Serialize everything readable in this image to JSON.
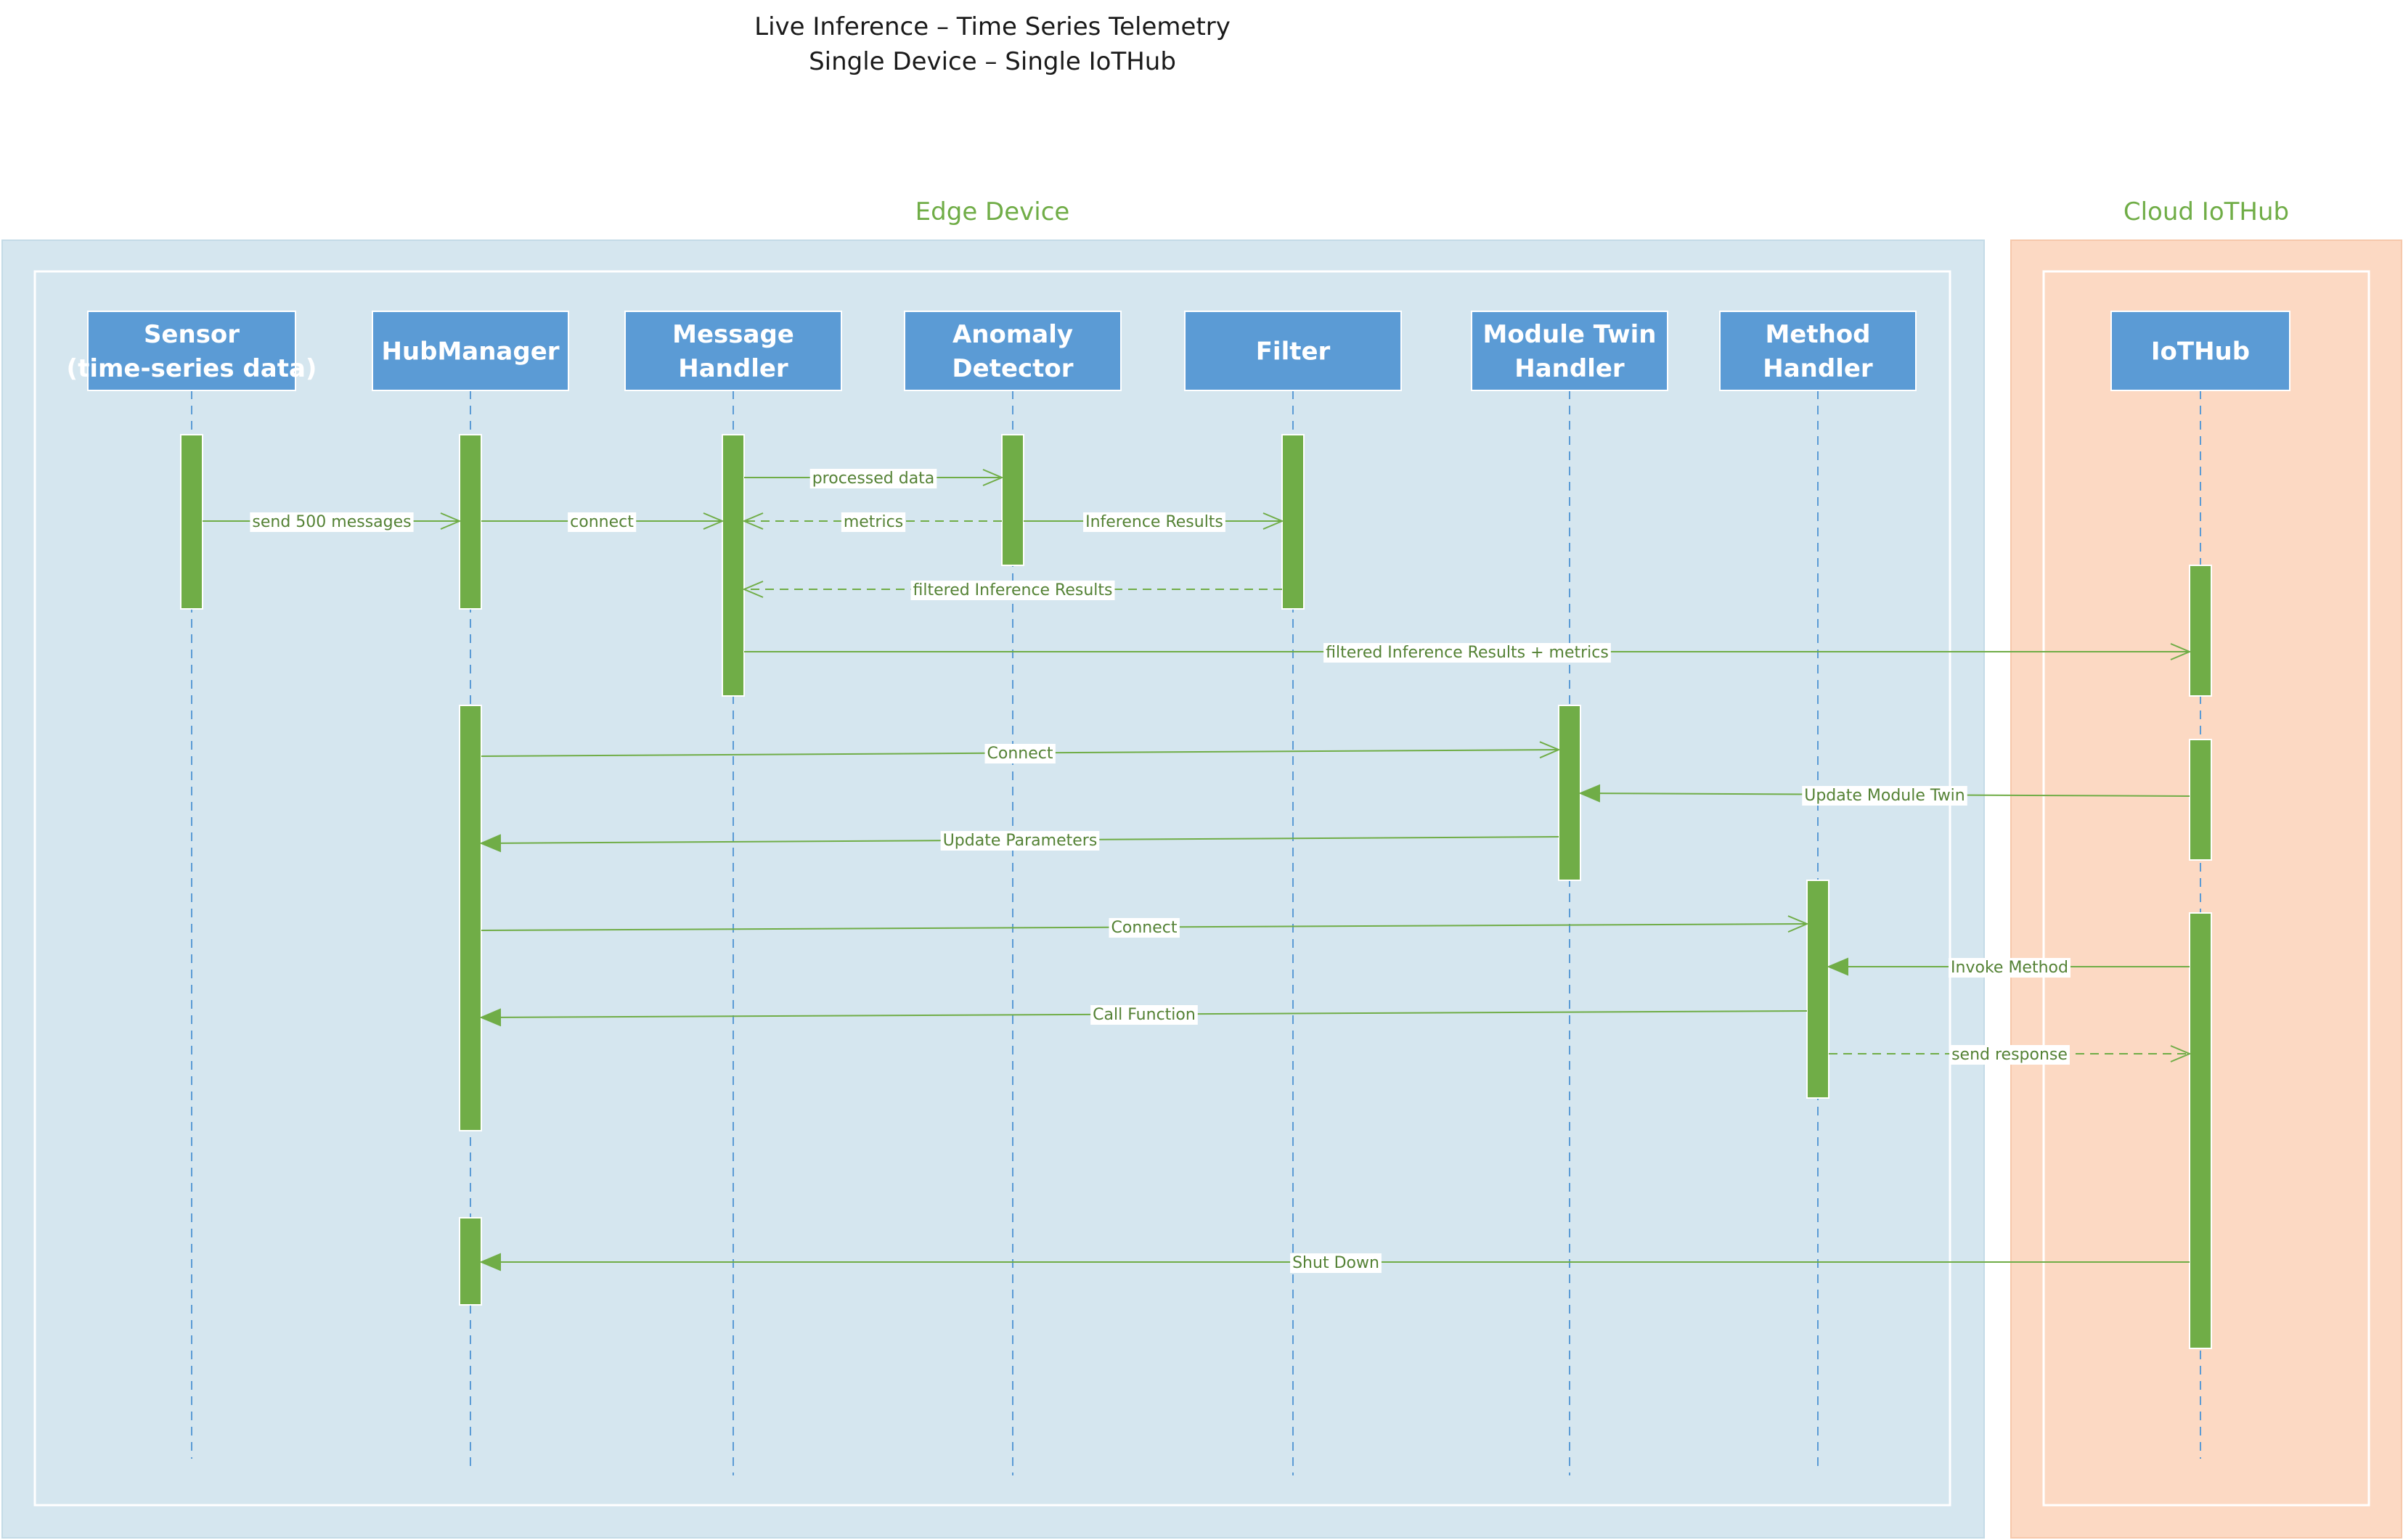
{
  "title": {
    "line1": "Live Inference – Time Series Telemetry",
    "line2": "Single Device – Single IoTHub"
  },
  "groups": {
    "edge": {
      "label": "Edge Device",
      "fill": "#d5e6ef"
    },
    "cloud": {
      "label": "Cloud IoTHub",
      "fill": "#fcd9c3"
    }
  },
  "colors": {
    "accent": "#70ad47",
    "participant": "#5b9bd5",
    "lifeline": "#5b9bd5",
    "activation": "#70ad47",
    "message": "#70ad47",
    "message_text": "#548235"
  },
  "participants": [
    {
      "id": "sensor",
      "lines": [
        "Sensor",
        "(time-series data)"
      ]
    },
    {
      "id": "hubmanager",
      "lines": [
        "HubManager"
      ]
    },
    {
      "id": "messagehandler",
      "lines": [
        "Message",
        "Handler"
      ]
    },
    {
      "id": "anomalydetector",
      "lines": [
        "Anomaly",
        "Detector"
      ]
    },
    {
      "id": "filter",
      "lines": [
        "Filter"
      ]
    },
    {
      "id": "moduletwinhandler",
      "lines": [
        "Module Twin",
        "Handler"
      ]
    },
    {
      "id": "methodhandler",
      "lines": [
        "Method",
        "Handler"
      ]
    },
    {
      "id": "iothub",
      "lines": [
        "IoTHub"
      ]
    }
  ],
  "messages": [
    {
      "from": "messagehandler",
      "to": "anomalydetector",
      "label": "processed data",
      "style": "solid-open"
    },
    {
      "from": "sensor",
      "to": "hubmanager",
      "label": "send 500 messages",
      "style": "solid-open"
    },
    {
      "from": "hubmanager",
      "to": "messagehandler",
      "label": "connect",
      "style": "solid-open"
    },
    {
      "from": "anomalydetector",
      "to": "messagehandler",
      "label": "metrics",
      "style": "dashed-open"
    },
    {
      "from": "anomalydetector",
      "to": "filter",
      "label": "Inference Results",
      "style": "solid-open"
    },
    {
      "from": "filter",
      "to": "messagehandler",
      "label": "filtered Inference Results",
      "style": "dashed-open"
    },
    {
      "from": "messagehandler",
      "to": "iothub",
      "label": "filtered Inference Results + metrics",
      "style": "solid-open"
    },
    {
      "from": "hubmanager",
      "to": "moduletwinhandler",
      "label": "Connect",
      "style": "solid-open"
    },
    {
      "from": "iothub",
      "to": "moduletwinhandler",
      "label": "Update Module Twin",
      "style": "solid-filled"
    },
    {
      "from": "moduletwinhandler",
      "to": "hubmanager",
      "label": "Update Parameters",
      "style": "solid-filled"
    },
    {
      "from": "hubmanager",
      "to": "methodhandler",
      "label": "Connect",
      "style": "solid-open"
    },
    {
      "from": "iothub",
      "to": "methodhandler",
      "label": "Invoke Method",
      "style": "solid-filled"
    },
    {
      "from": "methodhandler",
      "to": "hubmanager",
      "label": "Call Function",
      "style": "solid-filled"
    },
    {
      "from": "methodhandler",
      "to": "iothub",
      "label": "send response",
      "style": "dashed-open"
    },
    {
      "from": "iothub",
      "to": "hubmanager",
      "label": "Shut Down",
      "style": "solid-filled"
    }
  ]
}
